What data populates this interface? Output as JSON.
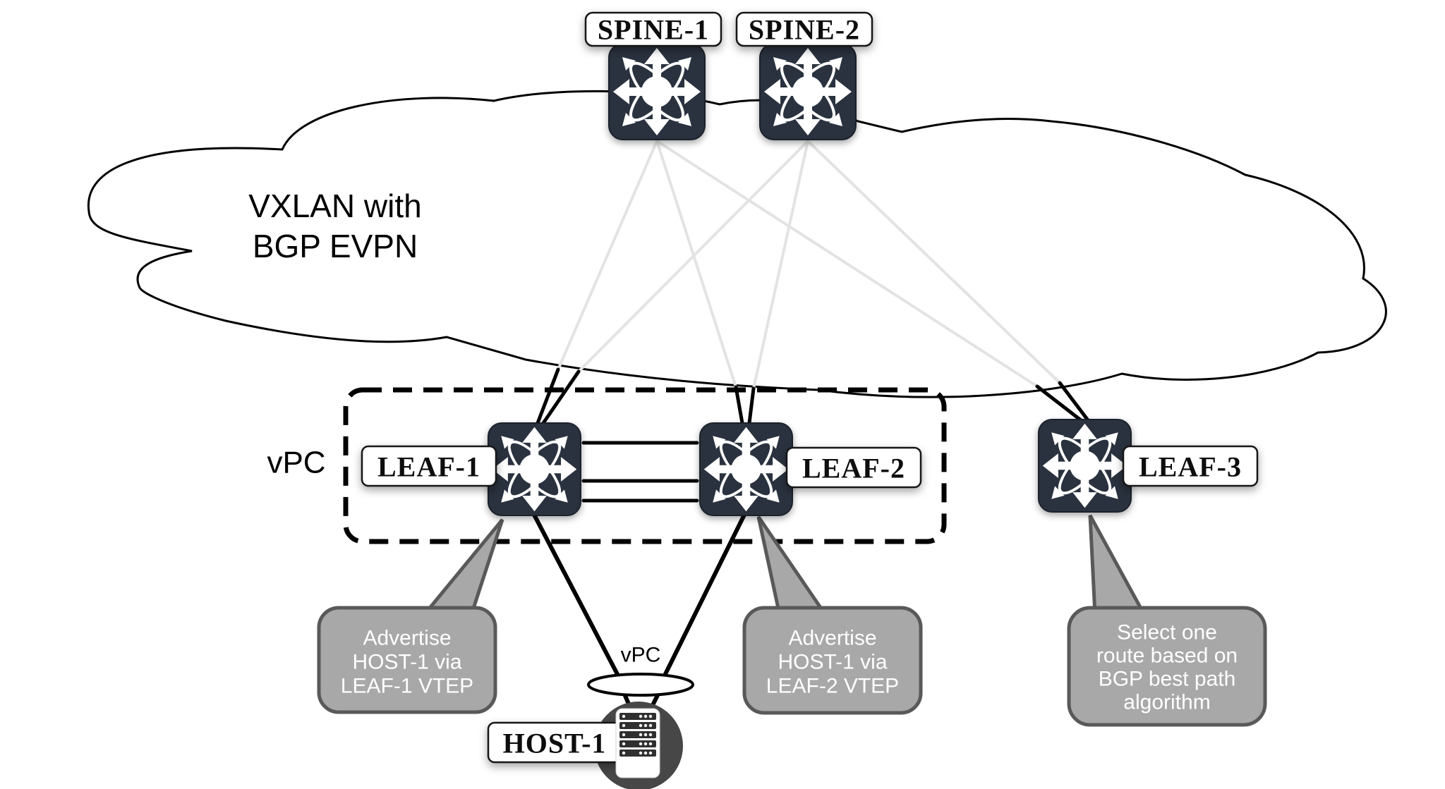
{
  "cloud": {
    "label_lines": [
      "VXLAN with",
      "BGP EVPN"
    ]
  },
  "nodes": {
    "spine1": {
      "label": "SPINE-1"
    },
    "spine2": {
      "label": "SPINE-2"
    },
    "leaf1": {
      "label": "LEAF-1"
    },
    "leaf2": {
      "label": "LEAF-2"
    },
    "leaf3": {
      "label": "LEAF-3"
    },
    "host1": {
      "label": "HOST-1"
    }
  },
  "vpc_domain": {
    "label": "vPC"
  },
  "vpc_port_channel": {
    "label": "vPC"
  },
  "callouts": {
    "leaf1": {
      "lines": [
        "Advertise",
        "HOST-1 via",
        "LEAF-1 VTEP"
      ]
    },
    "leaf2": {
      "lines": [
        "Advertise",
        "HOST-1 via",
        "LEAF-2 VTEP"
      ]
    },
    "leaf3": {
      "lines": [
        "Select one",
        "route based on",
        "BGP best path",
        "algorithm"
      ]
    }
  },
  "colors": {
    "node_fill": "#2a323f",
    "label_fill": "#ffffff",
    "label_stroke": "#161616",
    "link_gray": "#e3e3e3",
    "link_black": "#000000",
    "callout_fill": "#a8a8a8",
    "callout_stroke": "#595959",
    "callout_text": "#ffffff",
    "host_circle": "#474747"
  }
}
